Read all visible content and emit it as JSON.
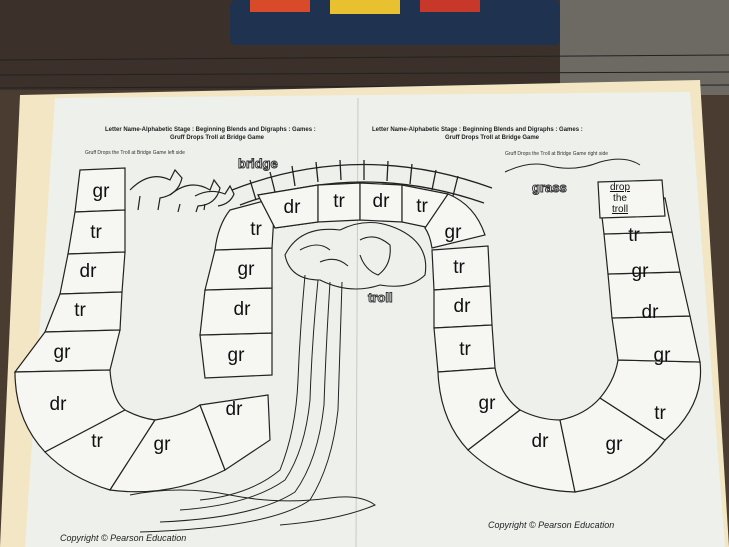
{
  "left_page": {
    "title_line1": "Letter Name-Alphabetic Stage : Beginning Blends and Digraphs : Games :",
    "title_line2": "Gruff Drops Troll at Bridge Game",
    "subtitle": "Gruff Drops the Troll at Bridge Game left side",
    "copyright": "Copyright © Pearson Education",
    "path_outer": [
      "gr",
      "tr",
      "dr",
      "tr",
      "gr",
      "dr",
      "tr",
      "gr"
    ],
    "path_inner": [
      "dr",
      "gr",
      "dr",
      "gr",
      "tr",
      "dr"
    ]
  },
  "right_page": {
    "title_line1": "Letter Name-Alphabetic Stage : Beginning Blends and Digraphs : Games :",
    "title_line2": "Gruff Drops Troll at Bridge Game",
    "subtitle": "Gruff Drops the Troll at Bridge Game right side",
    "copyright": "Copyright © Pearson Education",
    "finish_cell": [
      "drop",
      "the",
      "troll"
    ],
    "path_outer": [
      "tr",
      "gr",
      "dr",
      "gr",
      "tr",
      "gr",
      "dr"
    ],
    "path_inner": [
      "gr",
      "tr",
      "dr",
      "tr",
      "gr"
    ]
  },
  "bridge_cells": [
    "dr",
    "tr",
    "dr",
    "tr"
  ],
  "labels": {
    "bridge": "bridge",
    "grass": "grass",
    "troll": "troll"
  },
  "colors": {
    "paper": "#eef0ec",
    "folder": "#f2e6c4",
    "ink": "#1a1a1a",
    "background": "#5a4a3a"
  }
}
